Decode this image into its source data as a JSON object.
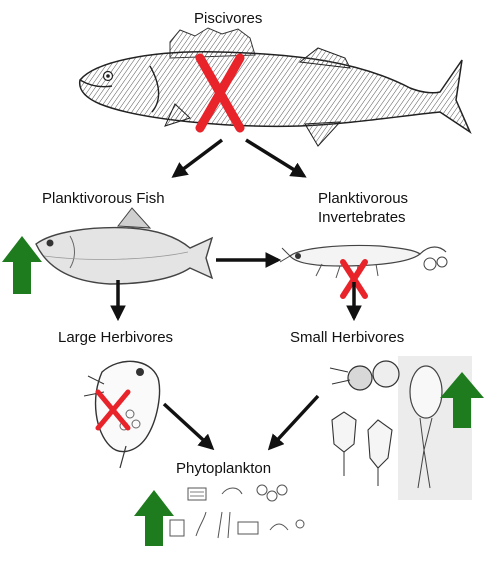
{
  "diagram": {
    "nodes": {
      "piscivores": {
        "label": "Piscivores",
        "removed": true
      },
      "planktivorous_fish": {
        "label": "Planktivorous Fish",
        "trend": "up"
      },
      "planktivorous_invertebrates": {
        "label_line1": "Planktivorous",
        "label_line2": "Invertebrates",
        "removed": true
      },
      "large_herbivores": {
        "label": "Large Herbivores",
        "removed": true
      },
      "small_herbivores": {
        "label": "Small Herbivores",
        "trend": "up"
      },
      "phytoplankton": {
        "label": "Phytoplankton",
        "trend": "up"
      }
    },
    "colors": {
      "increase_arrow": "#1e7b1e",
      "removed_mark": "#e8232a",
      "arrow": "#111111"
    }
  }
}
